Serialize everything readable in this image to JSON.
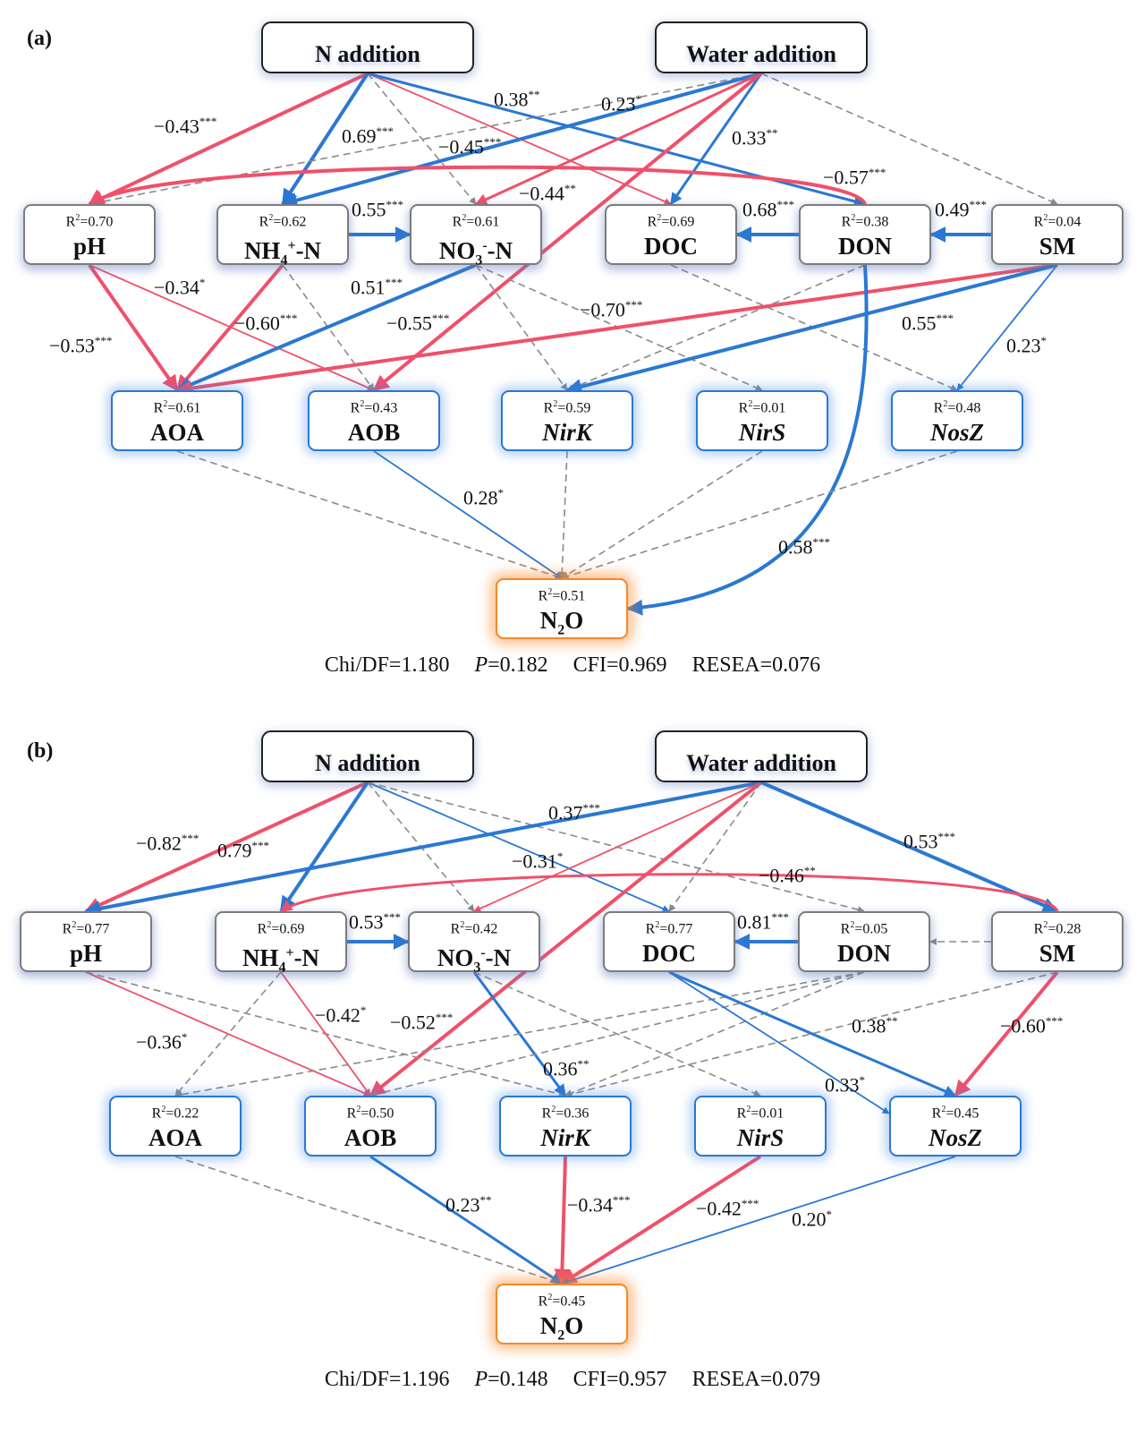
{
  "colors": {
    "positive": "#2a78d2",
    "negative": "#f0506a",
    "nonsignificant": "#8a8a8a"
  },
  "panels": [
    {
      "id": "a",
      "label": "(a)",
      "nodes": {
        "Nadd": {
          "name": "N addition",
          "type": "top"
        },
        "Wadd": {
          "name": "Water addition",
          "type": "top"
        },
        "pH": {
          "name": "pH",
          "r2": "0.70",
          "type": "grey"
        },
        "NH4": {
          "name": "NH4+-N",
          "r2": "0.62",
          "type": "grey"
        },
        "NO3": {
          "name": "NO3--N",
          "r2": "0.61",
          "type": "grey"
        },
        "DOC": {
          "name": "DOC",
          "r2": "0.69",
          "type": "grey"
        },
        "DON": {
          "name": "DON",
          "r2": "0.38",
          "type": "grey"
        },
        "SM": {
          "name": "SM",
          "r2": "0.04",
          "type": "grey"
        },
        "AOA": {
          "name": "AOA",
          "r2": "0.61",
          "type": "blue"
        },
        "AOB": {
          "name": "AOB",
          "r2": "0.43",
          "type": "blue"
        },
        "NirK": {
          "name": "NirK",
          "r2": "0.59",
          "type": "blue",
          "italic": true
        },
        "NirS": {
          "name": "NirS",
          "r2": "0.01",
          "type": "blue",
          "italic": true
        },
        "NosZ": {
          "name": "NosZ",
          "r2": "0.48",
          "type": "blue",
          "italic": true
        },
        "N2O": {
          "name": "N2O",
          "r2": "0.51",
          "type": "orange"
        }
      },
      "edges": [
        {
          "from": "Nadd",
          "to": "pH",
          "coef": "−0.43",
          "sig": "***",
          "sign": "neg"
        },
        {
          "from": "Nadd",
          "to": "NH4",
          "coef": "0.69",
          "sig": "***",
          "sign": "pos"
        },
        {
          "from": "Nadd",
          "to": "NO3",
          "coef": "",
          "sig": "",
          "sign": "ns"
        },
        {
          "from": "Nadd",
          "to": "DOC",
          "coef": "",
          "sig": "",
          "sign": "neg",
          "unlabeled": true
        },
        {
          "from": "Nadd",
          "to": "DON",
          "coef": "0.38",
          "sig": "**",
          "sign": "pos"
        },
        {
          "from": "Wadd",
          "to": "pH",
          "coef": "0.23",
          "sig": "*",
          "sign": "ns"
        },
        {
          "from": "Wadd",
          "to": "NH4",
          "coef": "−0.45",
          "sig": "***",
          "sign": "pos"
        },
        {
          "from": "Wadd",
          "to": "NO3",
          "coef": "−0.44",
          "sig": "**",
          "sign": "neg"
        },
        {
          "from": "Wadd",
          "to": "DOC",
          "coef": "0.33",
          "sig": "**",
          "sign": "pos"
        },
        {
          "from": "Wadd",
          "to": "AOB",
          "coef": "−0.55",
          "sig": "***",
          "sign": "neg"
        },
        {
          "from": "Wadd",
          "to": "SM",
          "coef": "",
          "sig": "",
          "sign": "ns"
        },
        {
          "from": "DON",
          "to": "pH",
          "coef": "−0.57",
          "sig": "***",
          "sign": "neg",
          "curve": true
        },
        {
          "from": "NH4",
          "to": "NO3",
          "coef": "0.55",
          "sig": "***",
          "sign": "pos"
        },
        {
          "from": "DON",
          "to": "DOC",
          "coef": "0.68",
          "sig": "***",
          "sign": "pos"
        },
        {
          "from": "SM",
          "to": "DON",
          "coef": "0.49",
          "sig": "***",
          "sign": "pos"
        },
        {
          "from": "pH",
          "to": "AOA",
          "coef": "−0.53",
          "sig": "***",
          "sign": "neg"
        },
        {
          "from": "pH",
          "to": "AOB",
          "coef": "−0.34",
          "sig": "*",
          "sign": "neg"
        },
        {
          "from": "NH4",
          "to": "AOA",
          "coef": "−0.60",
          "sig": "***",
          "sign": "neg"
        },
        {
          "from": "NH4",
          "to": "AOB",
          "coef": "",
          "sig": "",
          "sign": "ns"
        },
        {
          "from": "NO3",
          "to": "AOA",
          "coef": "0.51",
          "sig": "***",
          "sign": "pos"
        },
        {
          "from": "NO3",
          "to": "NirK",
          "coef": "",
          "sig": "",
          "sign": "ns"
        },
        {
          "from": "NO3",
          "to": "NirS",
          "coef": "",
          "sig": "",
          "sign": "ns"
        },
        {
          "from": "DOC",
          "to": "NosZ",
          "coef": "",
          "sig": "",
          "sign": "ns"
        },
        {
          "from": "DON",
          "to": "NirK",
          "coef": "",
          "sig": "",
          "sign": "ns"
        },
        {
          "from": "SM",
          "to": "AOA",
          "coef": "−0.70",
          "sig": "***",
          "sign": "neg"
        },
        {
          "from": "SM",
          "to": "NirK",
          "coef": "0.55",
          "sig": "***",
          "sign": "pos"
        },
        {
          "from": "SM",
          "to": "NosZ",
          "coef": "0.23",
          "sig": "*",
          "sign": "pos"
        },
        {
          "from": "DON",
          "to": "N2O",
          "coef": "0.58",
          "sig": "***",
          "sign": "pos",
          "curve": true
        },
        {
          "from": "AOA",
          "to": "N2O",
          "coef": "",
          "sig": "",
          "sign": "ns"
        },
        {
          "from": "AOB",
          "to": "N2O",
          "coef": "0.28",
          "sig": "*",
          "sign": "pos"
        },
        {
          "from": "NirK",
          "to": "N2O",
          "coef": "",
          "sig": "",
          "sign": "ns"
        },
        {
          "from": "NirS",
          "to": "N2O",
          "coef": "",
          "sig": "",
          "sign": "ns"
        },
        {
          "from": "NosZ",
          "to": "N2O",
          "coef": "",
          "sig": "",
          "sign": "ns"
        }
      ],
      "fit": {
        "chi_df": "Chi/DF=1.180",
        "p_label": "P",
        "p_value": "=0.182",
        "cfi": "CFI=0.969",
        "resea": "RESEA=0.076"
      }
    },
    {
      "id": "b",
      "label": "(b)",
      "nodes": {
        "Nadd": {
          "name": "N addition",
          "type": "top"
        },
        "Wadd": {
          "name": "Water addition",
          "type": "top"
        },
        "pH": {
          "name": "pH",
          "r2": "0.77",
          "type": "grey"
        },
        "NH4": {
          "name": "NH4+-N",
          "r2": "0.69",
          "type": "grey"
        },
        "NO3": {
          "name": "NO3--N",
          "r2": "0.42",
          "type": "grey"
        },
        "DOC": {
          "name": "DOC",
          "r2": "0.77",
          "type": "grey"
        },
        "DON": {
          "name": "DON",
          "r2": "0.05",
          "type": "grey"
        },
        "SM": {
          "name": "SM",
          "r2": "0.28",
          "type": "grey"
        },
        "AOA": {
          "name": "AOA",
          "r2": "0.22",
          "type": "blue"
        },
        "AOB": {
          "name": "AOB",
          "r2": "0.50",
          "type": "blue"
        },
        "NirK": {
          "name": "NirK",
          "r2": "0.36",
          "type": "blue",
          "italic": true
        },
        "NirS": {
          "name": "NirS",
          "r2": "0.01",
          "type": "blue",
          "italic": true
        },
        "NosZ": {
          "name": "NosZ",
          "r2": "0.45",
          "type": "blue",
          "italic": true
        },
        "N2O": {
          "name": "N2O",
          "r2": "0.45",
          "type": "orange"
        }
      },
      "edges": [
        {
          "from": "Nadd",
          "to": "pH",
          "coef": "−0.82",
          "sig": "***",
          "sign": "neg"
        },
        {
          "from": "Nadd",
          "to": "NH4",
          "coef": "0.79",
          "sig": "***",
          "sign": "pos"
        },
        {
          "from": "Nadd",
          "to": "NO3",
          "coef": "",
          "sig": "",
          "sign": "ns"
        },
        {
          "from": "Nadd",
          "to": "DOC",
          "coef": "",
          "sig": "",
          "sign": "pos",
          "unlabeled": true
        },
        {
          "from": "Nadd",
          "to": "DON",
          "coef": "",
          "sig": "",
          "sign": "ns"
        },
        {
          "from": "Wadd",
          "to": "pH",
          "coef": "0.37",
          "sig": "***",
          "sign": "pos"
        },
        {
          "from": "Wadd",
          "to": "NO3",
          "coef": "−0.31",
          "sig": "*",
          "sign": "neg"
        },
        {
          "from": "Wadd",
          "to": "AOB",
          "coef": "−0.52",
          "sig": "***",
          "sign": "neg"
        },
        {
          "from": "Wadd",
          "to": "DOC",
          "coef": "",
          "sig": "",
          "sign": "ns"
        },
        {
          "from": "Wadd",
          "to": "SM",
          "coef": "0.53",
          "sig": "***",
          "sign": "pos"
        },
        {
          "from": "SM",
          "to": "NH4",
          "coef": "−0.46",
          "sig": "**",
          "sign": "neg",
          "curve": true
        },
        {
          "from": "NH4",
          "to": "NO3",
          "coef": "0.53",
          "sig": "***",
          "sign": "pos"
        },
        {
          "from": "DON",
          "to": "DOC",
          "coef": "0.81",
          "sig": "***",
          "sign": "pos"
        },
        {
          "from": "SM",
          "to": "DON",
          "coef": "",
          "sig": "",
          "sign": "ns"
        },
        {
          "from": "pH",
          "to": "AOB",
          "coef": "−0.36",
          "sig": "*",
          "sign": "neg"
        },
        {
          "from": "pH",
          "to": "NirK",
          "coef": "",
          "sig": "",
          "sign": "ns"
        },
        {
          "from": "NH4",
          "to": "AOA",
          "coef": "",
          "sig": "",
          "sign": "ns"
        },
        {
          "from": "NH4",
          "to": "AOB",
          "coef": "−0.42",
          "sig": "*",
          "sign": "neg"
        },
        {
          "from": "NO3",
          "to": "NirK",
          "coef": "0.36",
          "sig": "**",
          "sign": "pos"
        },
        {
          "from": "NO3",
          "to": "NirS",
          "coef": "",
          "sig": "",
          "sign": "ns"
        },
        {
          "from": "DON",
          "to": "AOA",
          "coef": "",
          "sig": "",
          "sign": "ns"
        },
        {
          "from": "DON",
          "to": "AOB",
          "coef": "",
          "sig": "",
          "sign": "ns"
        },
        {
          "from": "DON",
          "to": "NirK",
          "coef": "",
          "sig": "",
          "sign": "ns"
        },
        {
          "from": "SM",
          "to": "NirK",
          "coef": "",
          "sig": "",
          "sign": "ns"
        },
        {
          "from": "DOC",
          "to": "NosZ",
          "coef": "0.38",
          "sig": "**",
          "sign": "pos"
        },
        {
          "from": "DOC",
          "to": "NosZ",
          "coef": "0.33",
          "sig": "*",
          "sign": "pos",
          "alt": true
        },
        {
          "from": "SM",
          "to": "NosZ",
          "coef": "−0.60",
          "sig": "***",
          "sign": "neg"
        },
        {
          "from": "AOA",
          "to": "N2O",
          "coef": "",
          "sig": "",
          "sign": "ns"
        },
        {
          "from": "AOB",
          "to": "N2O",
          "coef": "0.23",
          "sig": "**",
          "sign": "pos"
        },
        {
          "from": "NirK",
          "to": "N2O",
          "coef": "−0.34",
          "sig": "***",
          "sign": "neg"
        },
        {
          "from": "NirS",
          "to": "N2O",
          "coef": "−0.42",
          "sig": "***",
          "sign": "neg"
        },
        {
          "from": "NosZ",
          "to": "N2O",
          "coef": "0.20",
          "sig": "*",
          "sign": "pos"
        }
      ],
      "fit": {
        "chi_df": "Chi/DF=1.196",
        "p_label": "P",
        "p_value": "=0.148",
        "cfi": "CFI=0.957",
        "resea": "RESEA=0.079"
      }
    }
  ]
}
